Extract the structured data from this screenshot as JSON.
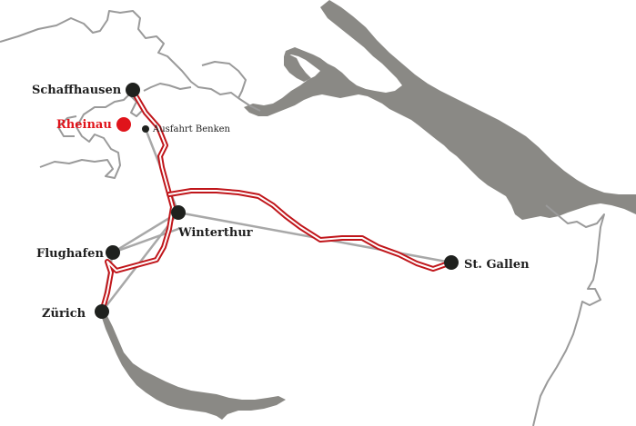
{
  "map": {
    "colors": {
      "water": "#8a8985",
      "border": "#9a9a9a",
      "connection": "#a8a8a8",
      "route": "#c0161b",
      "node": "#1f211e",
      "highlight": "#e0141b"
    },
    "places": [
      {
        "key": "schaffhausen",
        "label": "Schaffhausen"
      },
      {
        "key": "rheinau",
        "label": "Rheinau",
        "highlight": true
      },
      {
        "key": "benken",
        "label": "Ausfahrt Benken",
        "minor": true
      },
      {
        "key": "winterthur",
        "label": "Winterthur"
      },
      {
        "key": "flughafen",
        "label": "Flughafen"
      },
      {
        "key": "zurich",
        "label": "Zürich"
      },
      {
        "key": "stgallen",
        "label": "St. Gallen"
      }
    ]
  }
}
